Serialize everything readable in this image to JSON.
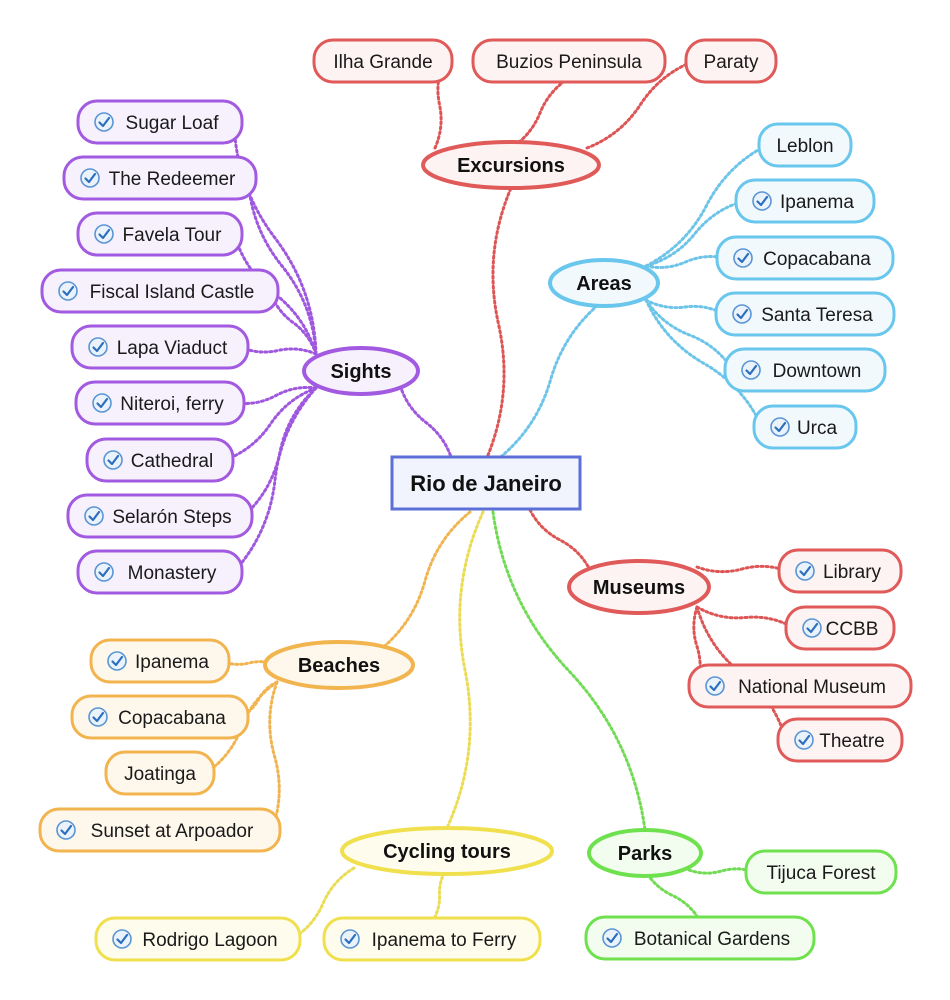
{
  "root": {
    "label": "Rio de Janeiro"
  },
  "colors": {
    "root": {
      "stroke": "#5b6fd6",
      "fill": "#f1f4fd"
    },
    "excursions": {
      "stroke": "#e05a5a",
      "fill": "#fdf3f3",
      "line": "#dd5555"
    },
    "areas": {
      "stroke": "#69c6ec",
      "fill": "#f1f9fd",
      "line": "#6cc4e8"
    },
    "sights": {
      "stroke": "#a25ae0",
      "fill": "#f7f1fd",
      "line": "#9f57dd"
    },
    "museums": {
      "stroke": "#e05a5a",
      "fill": "#fdf3f3",
      "line": "#dd5555"
    },
    "beaches": {
      "stroke": "#f2b44e",
      "fill": "#fef8ec",
      "line": "#f0b450"
    },
    "cycling": {
      "stroke": "#f0e04e",
      "fill": "#fefcec",
      "line": "#ebdc55"
    },
    "parks": {
      "stroke": "#6fe14f",
      "fill": "#f3fdef",
      "line": "#71db55"
    },
    "check": {
      "ring": "#5b95d4",
      "fill": "#eaf3fc",
      "tick": "#2d6fbd"
    }
  },
  "branches": [
    {
      "key": "excursions",
      "label": "Excursions",
      "items": [
        {
          "label": "Ilha Grande",
          "checked": false
        },
        {
          "label": "Buzios Peninsula",
          "checked": false
        },
        {
          "label": "Paraty",
          "checked": false
        }
      ]
    },
    {
      "key": "areas",
      "label": "Areas",
      "items": [
        {
          "label": "Leblon",
          "checked": false
        },
        {
          "label": "Ipanema",
          "checked": true
        },
        {
          "label": "Copacabana",
          "checked": true
        },
        {
          "label": "Santa Teresa",
          "checked": true
        },
        {
          "label": "Downtown",
          "checked": true
        },
        {
          "label": "Urca",
          "checked": true
        }
      ]
    },
    {
      "key": "sights",
      "label": "Sights",
      "items": [
        {
          "label": "Sugar Loaf",
          "checked": true
        },
        {
          "label": "The Redeemer",
          "checked": true
        },
        {
          "label": "Favela Tour",
          "checked": true
        },
        {
          "label": "Fiscal Island Castle",
          "checked": true
        },
        {
          "label": "Lapa Viaduct",
          "checked": true
        },
        {
          "label": "Niteroi, ferry",
          "checked": true
        },
        {
          "label": "Cathedral",
          "checked": true
        },
        {
          "label": "Selarón Steps",
          "checked": true
        },
        {
          "label": "Monastery",
          "checked": true
        }
      ]
    },
    {
      "key": "museums",
      "label": "Museums",
      "items": [
        {
          "label": "Library",
          "checked": true
        },
        {
          "label": "CCBB",
          "checked": true
        },
        {
          "label": "National Museum",
          "checked": true
        },
        {
          "label": "Theatre",
          "checked": true
        }
      ]
    },
    {
      "key": "beaches",
      "label": "Beaches",
      "items": [
        {
          "label": "Ipanema",
          "checked": true
        },
        {
          "label": "Copacabana",
          "checked": true
        },
        {
          "label": "Joatinga",
          "checked": false
        },
        {
          "label": "Sunset at Arpoador",
          "checked": true
        }
      ]
    },
    {
      "key": "cycling",
      "label": "Cycling tours",
      "items": [
        {
          "label": "Rodrigo Lagoon",
          "checked": true
        },
        {
          "label": "Ipanema to Ferry",
          "checked": true
        }
      ]
    },
    {
      "key": "parks",
      "label": "Parks",
      "items": [
        {
          "label": "Tijuca Forest",
          "checked": false
        },
        {
          "label": "Botanical Gardens",
          "checked": true
        }
      ]
    }
  ]
}
